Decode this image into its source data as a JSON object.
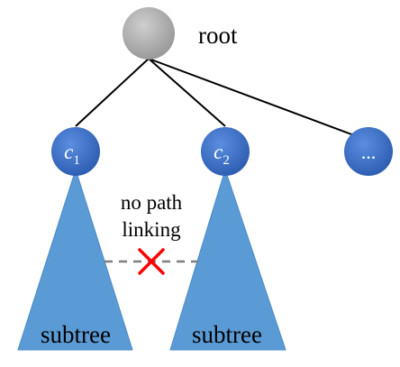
{
  "root": {
    "label": "root"
  },
  "children": [
    {
      "label": "c",
      "subscript": "1"
    },
    {
      "label": "c",
      "subscript": "2"
    },
    {
      "label": "..."
    }
  ],
  "subtrees": [
    {
      "label": "subtree"
    },
    {
      "label": "subtree"
    }
  ],
  "note": {
    "line1": "no path",
    "line2": "linking"
  },
  "colors": {
    "root_node": "#a6a6a6",
    "child_node": "#4472c4",
    "subtree_fill": "#5b9bd5",
    "edge": "#000000",
    "dashed_link": "#7f7f7f",
    "cross": "#ff0000"
  },
  "icons": {
    "cross": "x-mark-icon"
  }
}
